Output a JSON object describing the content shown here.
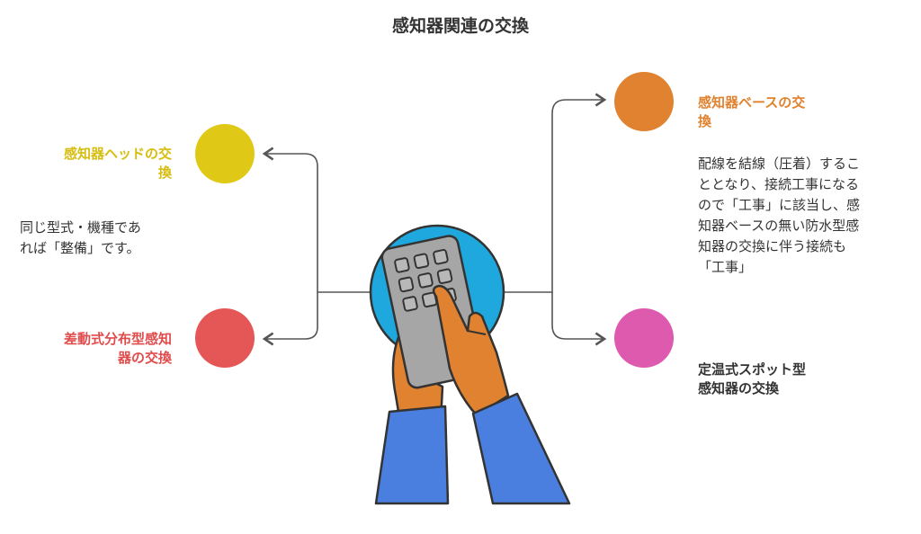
{
  "title": "感知器関連の交換",
  "nodes": {
    "head": {
      "label_line1": "感知器ヘッドの交",
      "label_line2": "換",
      "color": "#e0c816",
      "desc_line1": "同じ型式・機種であ",
      "desc_line2": "れば「整備」です。"
    },
    "diff": {
      "label_line1": "差動式分布型感知",
      "label_line2": "器の交換",
      "color": "#e55757"
    },
    "base": {
      "label_line1": "感知器ベースの交",
      "label_line2": "換",
      "color": "#e0822f",
      "desc_lines": [
        "配線を結線（圧着）するこ",
        "ととなり、接続工事になる",
        "ので「工事」に該当し、感",
        "知器ベースの無い防水型感",
        "知器の交換に伴う接続も",
        "「工事」"
      ]
    },
    "spot": {
      "label_line1": "定温式スポット型",
      "label_line2": "感知器の交換",
      "color": "#dd5aae"
    }
  },
  "colors": {
    "hub": "#1fa8dd",
    "sleeve": "#4a7fe0",
    "hand": "#e0822f",
    "device": "#a6a6a6",
    "line": "#555555"
  },
  "icons": [
    "calculator-hands-icon"
  ]
}
